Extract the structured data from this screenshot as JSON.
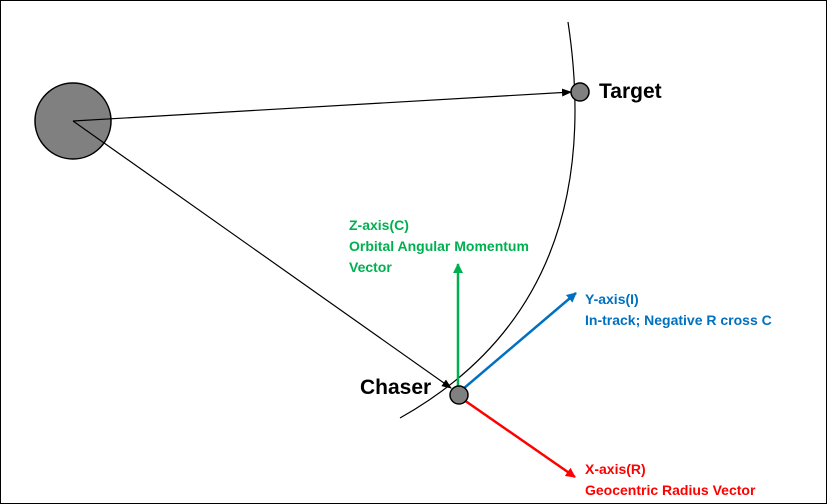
{
  "labels": {
    "target": "Target",
    "chaser": "Chaser",
    "z_axis": {
      "name": "Z-axis(C)",
      "desc_line1": "Orbital Angular Momentum",
      "desc_line2": "Vector",
      "color": "#00b050"
    },
    "y_axis": {
      "name": "Y-axis(I)",
      "desc": "In-track; Negative R cross C",
      "color": "#0070c0"
    },
    "x_axis": {
      "name": "X-axis(R)",
      "desc": "Geocentric Radius Vector",
      "color": "#ff0000"
    }
  },
  "colors": {
    "earth_fill": "#808080",
    "satellite_fill": "#808080",
    "lines": "#000000"
  }
}
